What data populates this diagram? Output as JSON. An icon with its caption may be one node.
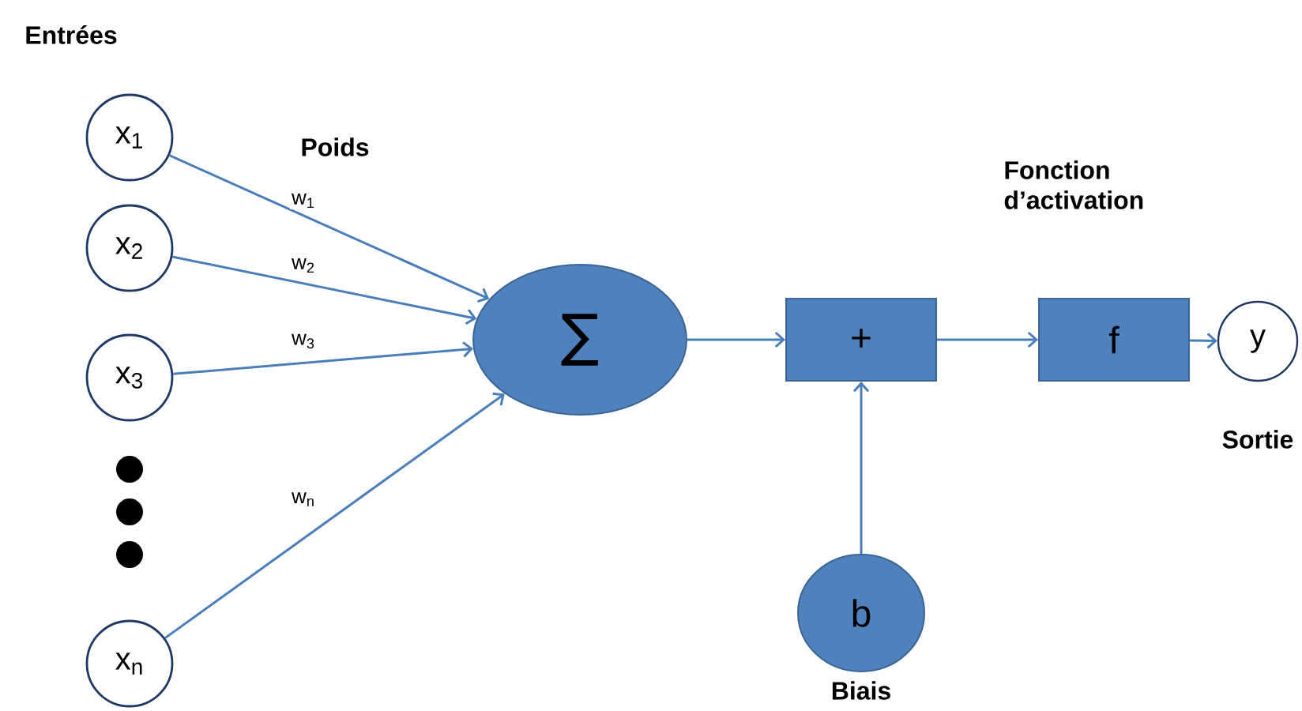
{
  "diagram": {
    "nodes": [
      {
        "text": [
          "x$_{1}$"
        ]
      },
      {
        "text": [
          "x$_{2}$"
        ]
      },
      {
        "text": [
          "x$_{3}$"
        ]
      },
      {
        "text": [
          "x$_{n}$"
        ]
      },
      {
        "text": [
          "∑"
        ]
      },
      {
        "text": [
          "+"
        ]
      },
      {
        "text": [
          "f"
        ],
        "beside": [
          "Fonction d’activation"
        ]
      },
      {
        "text": [
          "y"
        ],
        "beside": [
          "Sortie"
        ]
      },
      {
        "text": [
          "b"
        ],
        "beside": [
          "Biais"
        ]
      }
    ],
    "edges": [
      {
        "from": 0,
        "to": 4,
        "arrow": "to",
        "label": "w$_{1}$"
      },
      {
        "from": 1,
        "to": 4,
        "arrow": "to",
        "label": "w$_{2}$"
      },
      {
        "from": 2,
        "to": 4,
        "arrow": "to",
        "label": "w$_{3}$"
      },
      {
        "from": 3,
        "to": 4,
        "arrow": "to",
        "label": "w$_{n}$"
      },
      {
        "from": 4,
        "to": 5,
        "arrow": "to"
      },
      {
        "from": 5,
        "to": 6,
        "arrow": "to"
      },
      {
        "from": 6,
        "to": 7,
        "arrow": "to"
      },
      {
        "from": 8,
        "to": 5,
        "arrow": "to"
      }
    ],
    "labels": [
      "Entrées",
      "Poids"
    ]
  }
}
